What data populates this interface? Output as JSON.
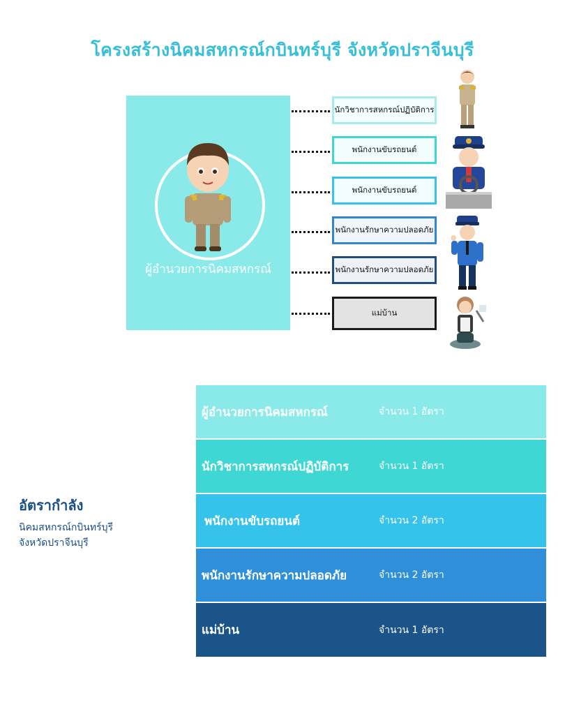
{
  "title": "โครงสร้างนิคมสหกรณ์กบินทร์บุรี จังหวัดปราจีนบุรี",
  "director": {
    "label": "ผู้อำนวยการนิคมสหกรณ์"
  },
  "staff_boxes": [
    "นักวิชาการสหกรณ์ปฏิบัติการ",
    "พนักงานขับรถยนต์",
    "พนักงานขับรถยนต์",
    "พนักงานรักษาความปลอดภัย",
    "พนักงานรักษาความปลอดภัย",
    "แม่บ้าน"
  ],
  "side": {
    "title": "อัตรากำลัง",
    "line1": "นิคมสหกรณ์กบินทร์บุรี",
    "line2": "จังหวัดปราจีนบุรี"
  },
  "rates": [
    {
      "position": "ผู้อำนวยการนิคมสหกรณ์",
      "count": "จำนวน 1 อัตรา",
      "color": "#8aeaea"
    },
    {
      "position": "นักวิชาการสหกรณ์ปฏิบัติการ",
      "count": "จำนวน 1 อัตรา",
      "color": "#3fd7d4"
    },
    {
      "position": "พนักงานขับรถยนต์",
      "count": "จำนวน 2 อัตรา",
      "color": "#35c3ec"
    },
    {
      "position": "พนักงานรักษาความปลอดภัย",
      "count": "จำนวน 2 อัตรา",
      "color": "#2f8fd8"
    },
    {
      "position": "แม่บ้าน",
      "count": "จำนวน 1 อัตรา",
      "color": "#1a5489"
    }
  ],
  "icons": [
    "director-figure-icon",
    "officer-figure-icon",
    "driver-figure-icon",
    "security-guard-figure-icon",
    "housekeeper-figure-icon"
  ]
}
